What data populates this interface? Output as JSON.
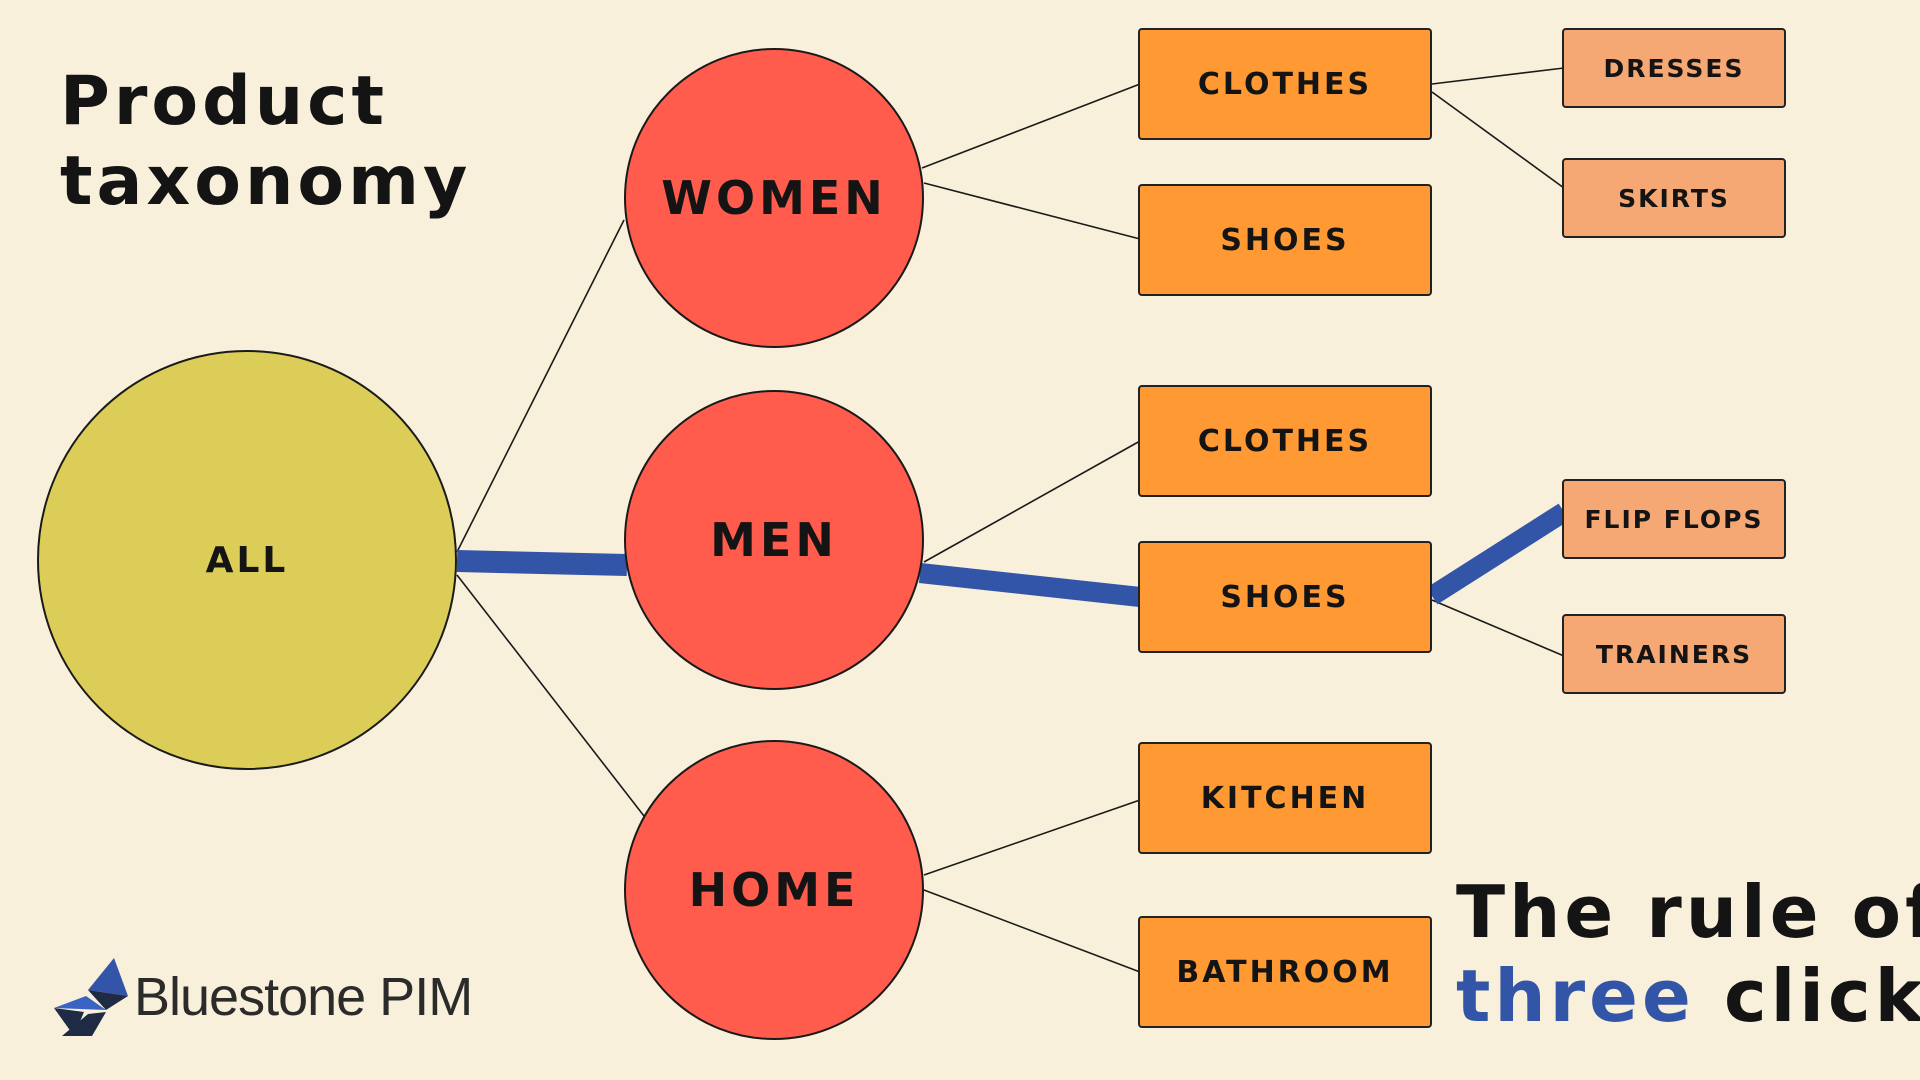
{
  "title": {
    "line1": "Product",
    "line2": "taxonomy"
  },
  "tagline": {
    "part1": "The rule of",
    "highlight": "three",
    "part2": "clicks"
  },
  "logo": {
    "text": "Bluestone PIM"
  },
  "tree": {
    "root": "ALL",
    "level1": [
      "WOMEN",
      "MEN",
      "HOME"
    ],
    "level2": {
      "women_clothes": "CLOTHES",
      "women_shoes": "SHOES",
      "men_clothes": "CLOTHES",
      "men_shoes": "SHOES",
      "home_kitchen": "KITCHEN",
      "home_bathroom": "BATHROOM"
    },
    "level3": {
      "dresses": "DRESSES",
      "skirts": "SKIRTS",
      "flip_flops": "FLIP FLOPS",
      "trainers": "TRAINERS"
    },
    "highlighted_path": [
      "ALL",
      "MEN",
      "SHOES",
      "FLIP FLOPS"
    ]
  },
  "colors": {
    "background": "#f8f0db",
    "root": "#dbcd58",
    "level1": "#ff5c4d",
    "level2": "#ff9933",
    "level3": "#f5a874",
    "path": "#3355a8"
  }
}
